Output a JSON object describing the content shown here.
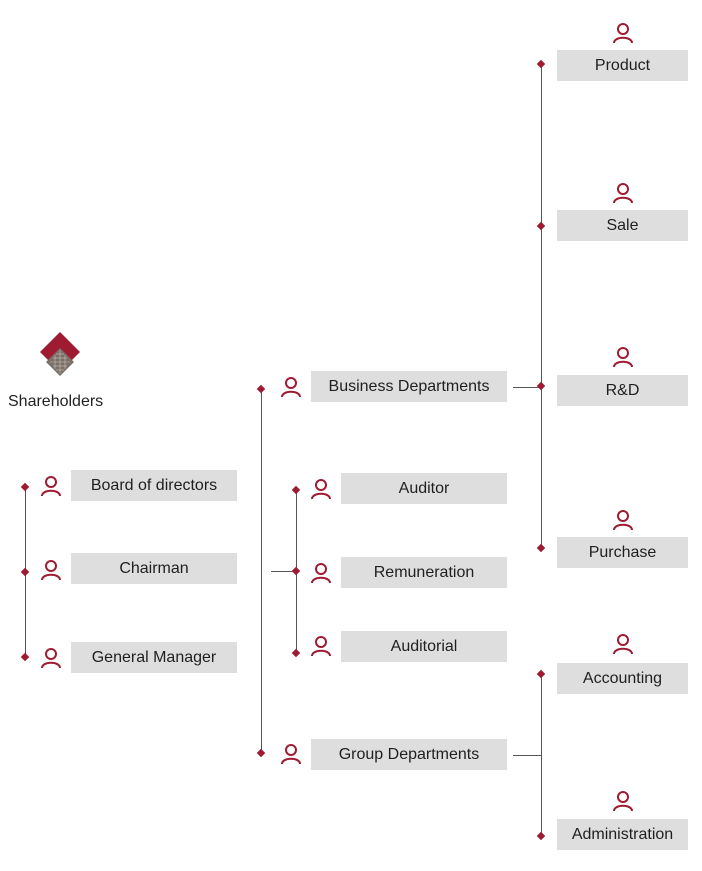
{
  "accent_color": "#9e1b32",
  "box_color": "#dedede",
  "icon": "person-outline-icon",
  "shareholders": {
    "label": "Shareholders",
    "logo": "shareholders-logo-icon"
  },
  "leadership": {
    "board": "Board of directors",
    "chairman": "Chairman",
    "general_manager": "General Manager"
  },
  "middle": {
    "business": "Business Departments",
    "auditor": "Auditor",
    "remuneration": "Remuneration",
    "auditorial": "Auditorial",
    "group": "Group Departments"
  },
  "business_units": {
    "product": "Product",
    "sale": "Sale",
    "rd": "R&D",
    "purchase": "Purchase"
  },
  "group_units": {
    "accounting": "Accounting",
    "administration": "Administration"
  }
}
